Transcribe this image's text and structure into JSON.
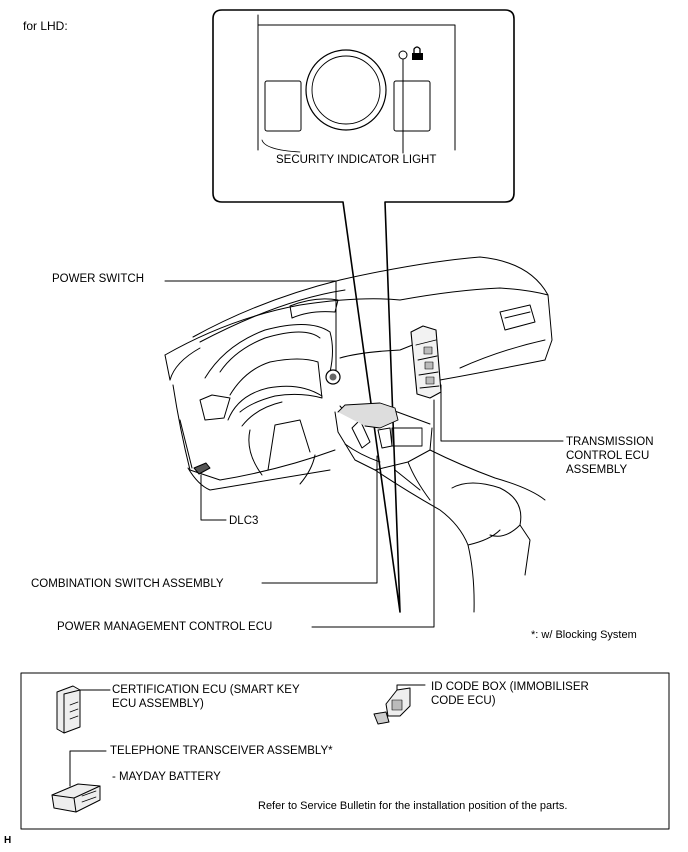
{
  "header": {
    "variant": "for LHD:"
  },
  "inset": {
    "callout": "SECURITY INDICATOR LIGHT"
  },
  "labels": {
    "power_switch": "POWER SWITCH",
    "transmission_ecu": [
      "TRANSMISSION",
      "CONTROL ECU",
      "ASSEMBLY"
    ],
    "dlc3": "DLC3",
    "combination_switch": "COMBINATION SWITCH ASSEMBLY",
    "power_mgmt_ecu": "POWER MANAGEMENT CONTROL ECU",
    "blocking_note": "*: w/ Blocking System"
  },
  "legend": {
    "certification_ecu": [
      "CERTIFICATION ECU (SMART KEY",
      "ECU ASSEMBLY)"
    ],
    "id_code_box": [
      "ID CODE BOX (IMMOBILISER",
      "CODE ECU)"
    ],
    "telephone_transceiver": "TELEPHONE TRANSCEIVER ASSEMBLY*",
    "mayday_battery": "- MAYDAY BATTERY",
    "service_note": "Refer to Service Bulletin for the installation position of the parts."
  },
  "footer": {
    "code": "H"
  }
}
